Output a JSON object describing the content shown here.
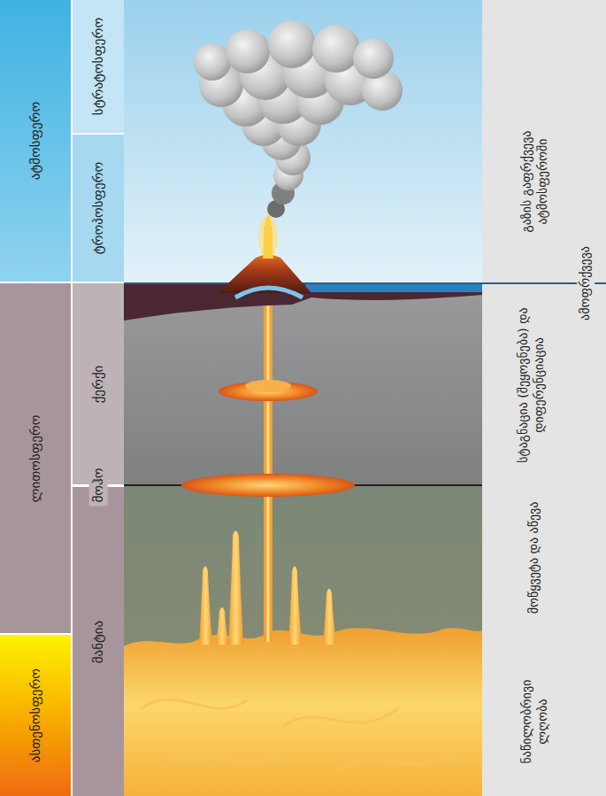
{
  "diagram": {
    "nodes": [
      {
        "text": [
          "ატმოსფერო"
        ]
      },
      {
        "text": [
          "ლითოსფერო"
        ]
      },
      {
        "text": [
          "ასთენოსფერო"
        ]
      },
      {
        "text": [
          "სტრატოსფერო"
        ]
      },
      {
        "text": [
          "ტროპოსფერო"
        ]
      },
      {
        "text": [
          "ქერქი"
        ]
      },
      {
        "text": [
          "მანტია"
        ]
      }
    ],
    "labels": [
      "მოჰო",
      "გაზის გაფრქვევა ატმოსფეროში",
      "ამოფრქვევა",
      "სტაგნაცია (შეყოვნება) და დიფერენციაცია",
      "მოწყვეტა და აწევა",
      "ნაწილობრივი ლღობა"
    ]
  }
}
